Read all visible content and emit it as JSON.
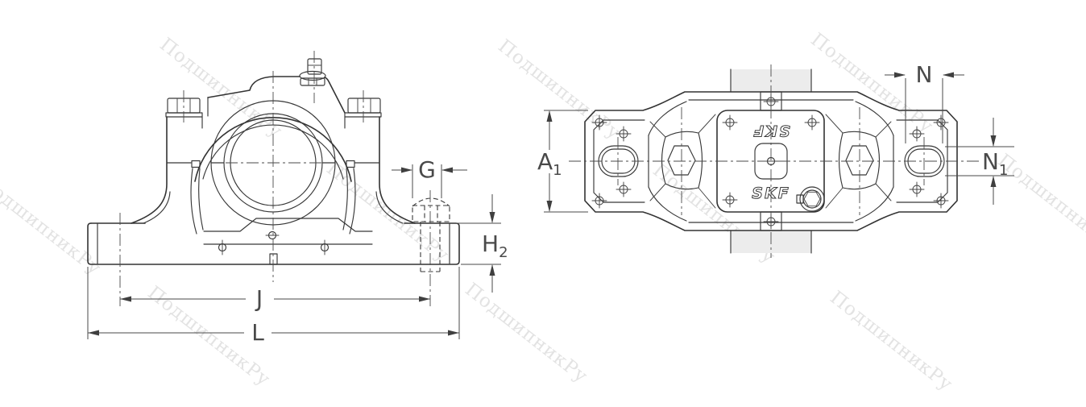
{
  "watermark": {
    "text": "ПодшипникРу",
    "color": "#e3e3e3"
  },
  "logo": {
    "brand": "SKF"
  },
  "colors": {
    "line": "#333333",
    "bore_fill": "#dcdcdc",
    "shaft_fill": "#ececec",
    "dim_text": "#4a4a4a"
  },
  "dimensions": {
    "g": "G",
    "h2": {
      "base": "H",
      "sub": "2"
    },
    "j": "J",
    "l": "L",
    "a1": {
      "base": "A",
      "sub": "1"
    },
    "n": "N",
    "n1": {
      "base": "N",
      "sub": "1"
    }
  }
}
